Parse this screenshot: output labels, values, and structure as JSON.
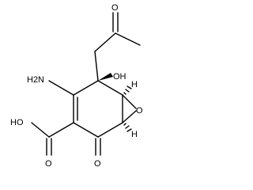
{
  "molecule": {
    "atom_labels": {
      "amino": "H2N",
      "hydroxyl_ring": "OH",
      "carboxyl_oh": "HO",
      "carboxyl_o": "O",
      "ketone_ring_o": "O",
      "ketone_chain_o": "O",
      "epoxide_o": "O",
      "h_upper": "H",
      "h_lower": "H"
    },
    "bond_color": "#000000",
    "background": "#ffffff"
  }
}
